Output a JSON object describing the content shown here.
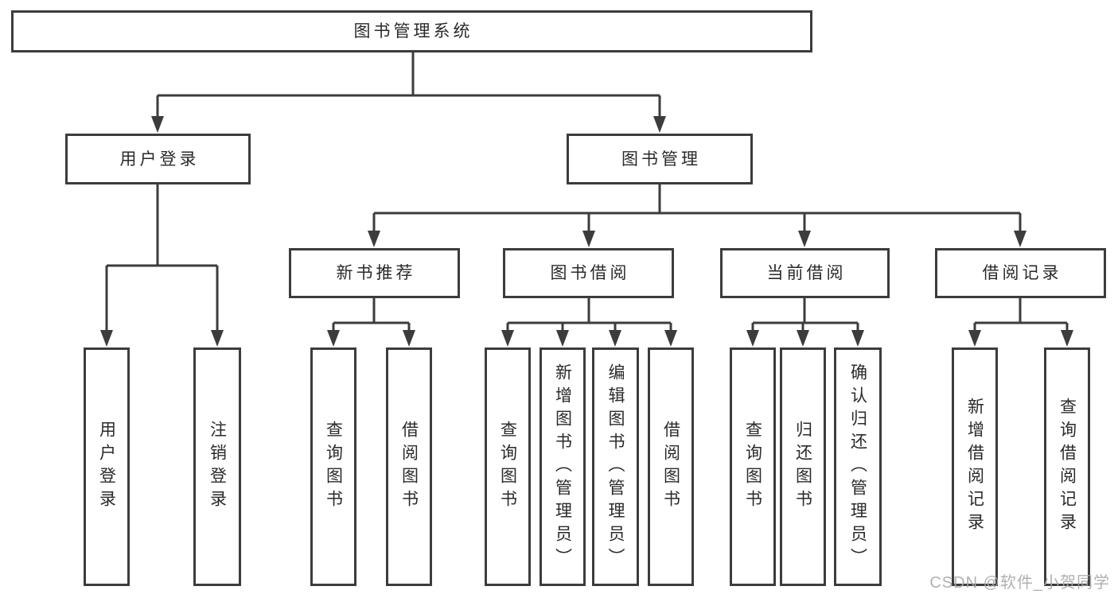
{
  "tree": {
    "label": "图书管理系统",
    "children": [
      {
        "label": "用户登录",
        "children": [
          {
            "label": "用户登录"
          },
          {
            "label": "注销登录"
          }
        ]
      },
      {
        "label": "图书管理",
        "children": [
          {
            "label": "新书推荐",
            "children": [
              {
                "label": "查询图书"
              },
              {
                "label": "借阅图书"
              }
            ]
          },
          {
            "label": "图书借阅",
            "children": [
              {
                "label": "查询图书"
              },
              {
                "label": "新增图书（管理员）"
              },
              {
                "label": "编辑图书（管理员）"
              },
              {
                "label": "借阅图书"
              }
            ]
          },
          {
            "label": "当前借阅",
            "children": [
              {
                "label": "查询图书"
              },
              {
                "label": "归还图书"
              },
              {
                "label": "确认归还（管理员）"
              }
            ]
          },
          {
            "label": "借阅记录",
            "children": [
              {
                "label": "新增借阅记录"
              },
              {
                "label": "查询借阅记录"
              }
            ]
          }
        ]
      }
    ]
  },
  "watermark": {
    "text": "CSDN @软件_小贺同学"
  },
  "colors": {
    "line": "#3c3c3c",
    "box_border": "#3c3c3c",
    "text": "#2a2a2a",
    "background": "#ffffff",
    "watermark": "#a8a8a8"
  }
}
